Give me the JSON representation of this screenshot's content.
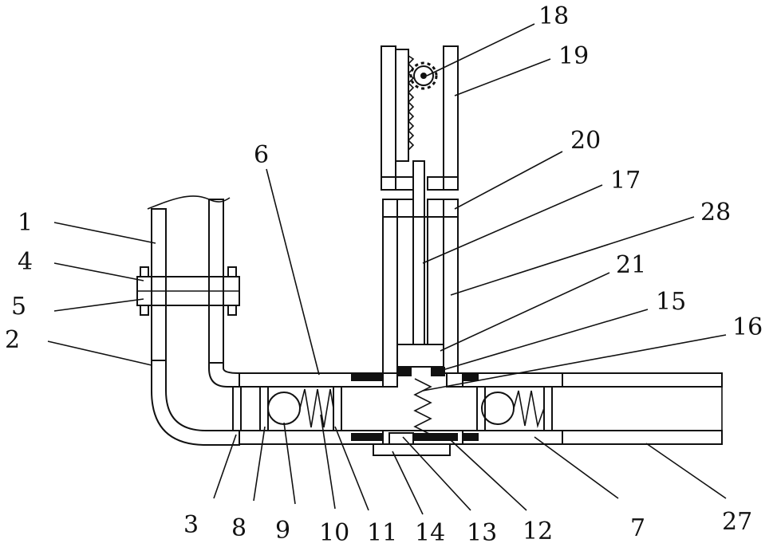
{
  "diagram": {
    "labels": {
      "l1": "1",
      "l2": "2",
      "l3": "3",
      "l4": "4",
      "l5": "5",
      "l6": "6",
      "l7": "7",
      "l8": "8",
      "l9": "9",
      "l10": "10",
      "l11": "11",
      "l12": "12",
      "l13": "13",
      "l14": "14",
      "l15": "15",
      "l16": "16",
      "l17": "17",
      "l18": "18",
      "l19": "19",
      "l20": "20",
      "l21": "21",
      "l27": "27",
      "l28": "28"
    }
  }
}
